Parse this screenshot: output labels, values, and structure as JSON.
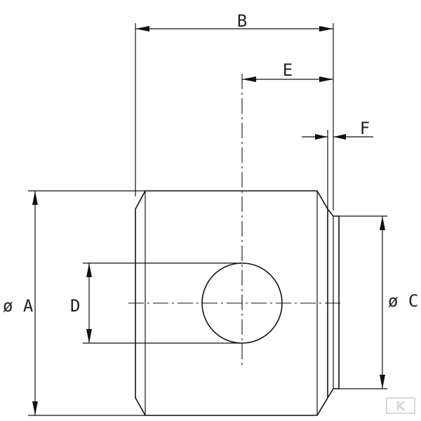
{
  "dimension_labels": {
    "A": "ø A",
    "B": "B",
    "C": "ø C",
    "D": "D",
    "E": "E",
    "F": "F"
  },
  "colors": {
    "line": "#111111",
    "background": "#ffffff",
    "watermark": "#d9d9d9"
  },
  "watermark": "K"
}
